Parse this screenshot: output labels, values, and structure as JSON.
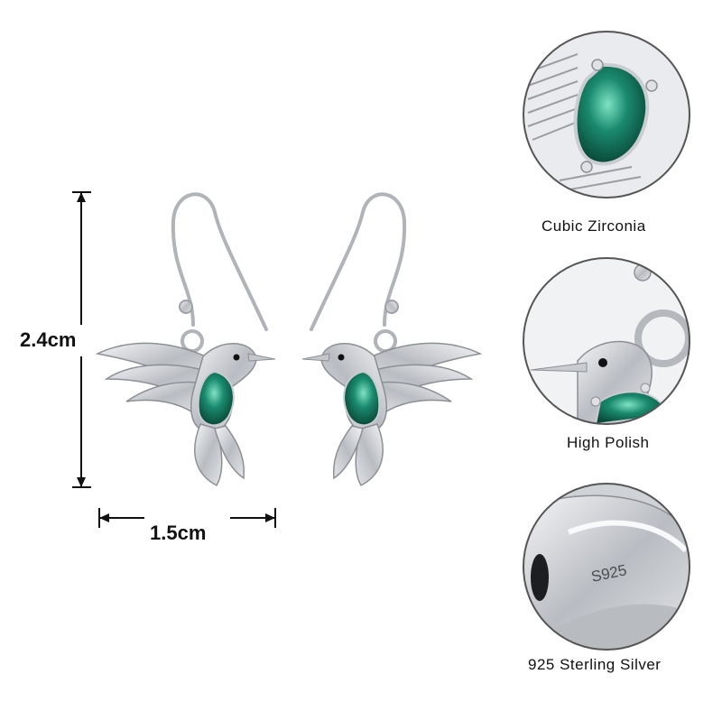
{
  "product": {
    "dimensions": {
      "height_label": "2.4cm",
      "width_label": "1.5cm"
    },
    "gem_color": "#1a8a6e",
    "metal_color": "#c9ccd1",
    "details": [
      {
        "label": "Cubic Zirconia"
      },
      {
        "label": "High Polish"
      },
      {
        "label": "925 Sterling Silver",
        "stamp": "S925"
      }
    ]
  }
}
